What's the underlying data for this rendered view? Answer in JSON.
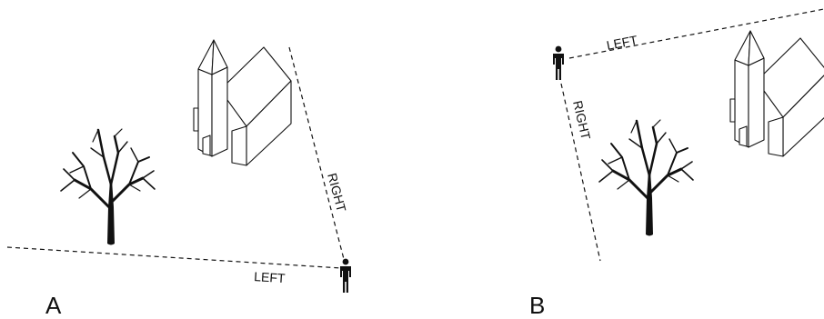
{
  "panels": [
    {
      "label": "A",
      "left_path_label": "LEFT",
      "right_path_label": "RIGHT"
    },
    {
      "label": "B",
      "left_path_label": "LEFT",
      "right_path_label": "RIGHT"
    }
  ],
  "icons": [
    "church-icon",
    "tree-icon",
    "person-icon"
  ],
  "colors": {
    "ink": "#111111",
    "background": "#ffffff"
  }
}
